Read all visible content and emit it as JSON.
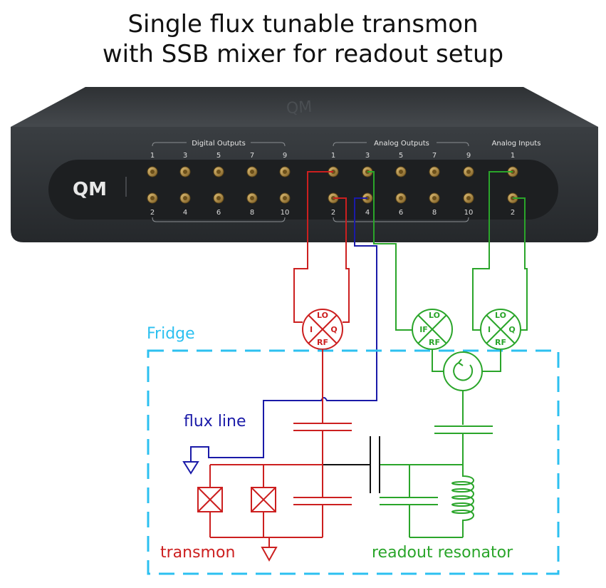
{
  "title": {
    "line1": "Single flux tunable transmon",
    "line2": "with SSB mixer for readout setup"
  },
  "device": {
    "logo": "QM",
    "digital_outputs_label": "Digital Outputs",
    "analog_outputs_label": "Analog Outputs",
    "analog_inputs_label": "Analog Inputs",
    "digital_top_ports": [
      "1",
      "3",
      "5",
      "7",
      "9"
    ],
    "digital_bottom_ports": [
      "2",
      "4",
      "6",
      "8",
      "10"
    ],
    "analog_top_ports": [
      "1",
      "3",
      "5",
      "7",
      "9"
    ],
    "analog_bottom_ports": [
      "2",
      "4",
      "6",
      "8",
      "10"
    ],
    "input_top_port": "1",
    "input_bottom_port": "2",
    "colors": {
      "body_top": "#3a3d40",
      "body_front": "#2c2f32",
      "panel": "#1c1e20",
      "connector": "#b38b3c"
    }
  },
  "mixers": {
    "drive": {
      "lo": "LO",
      "i": "I",
      "q": "Q",
      "rf": "RF",
      "color": "#cc1f1f"
    },
    "upconvert": {
      "lo": "LO",
      "if": "IF",
      "rf": "RF",
      "color": "#2aa52a"
    },
    "downconvert": {
      "lo": "LO",
      "i": "I",
      "q": "Q",
      "rf": "RF",
      "color": "#2aa52a"
    }
  },
  "labels": {
    "fridge": "Fridge",
    "flux_line": "flux line",
    "transmon": "transmon",
    "readout_resonator": "readout resonator"
  },
  "colors": {
    "red": "#cc1f1f",
    "green": "#2aa52a",
    "blue": "#1a1aa8",
    "cyan": "#2cc0f0",
    "black": "#111111"
  }
}
